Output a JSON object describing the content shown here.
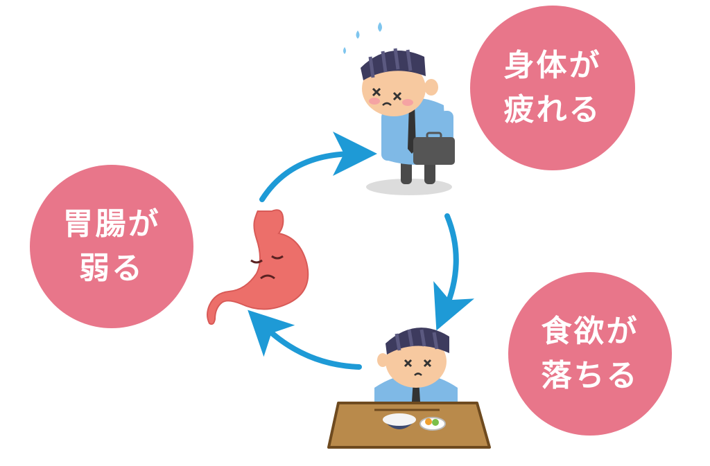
{
  "cycle": {
    "steps": [
      {
        "id": "tired",
        "text": "身体が\n疲れる"
      },
      {
        "id": "appetite",
        "text": "食欲が\n落ちる"
      },
      {
        "id": "stomach",
        "text": "胃腸が\n弱る"
      }
    ]
  },
  "colors": {
    "bubble": "#e8768a",
    "arrow": "#1e9ad6",
    "label_text": "#ffffff",
    "stomach": "#ec6f6a",
    "table": "#b98a4b",
    "shirt": "#7fb9e6",
    "bandana": "#3d3b5e"
  },
  "icons": {
    "top": "tired-man-with-bag-icon",
    "bottom": "man-at-meal-table-icon",
    "left": "sad-stomach-icon"
  }
}
